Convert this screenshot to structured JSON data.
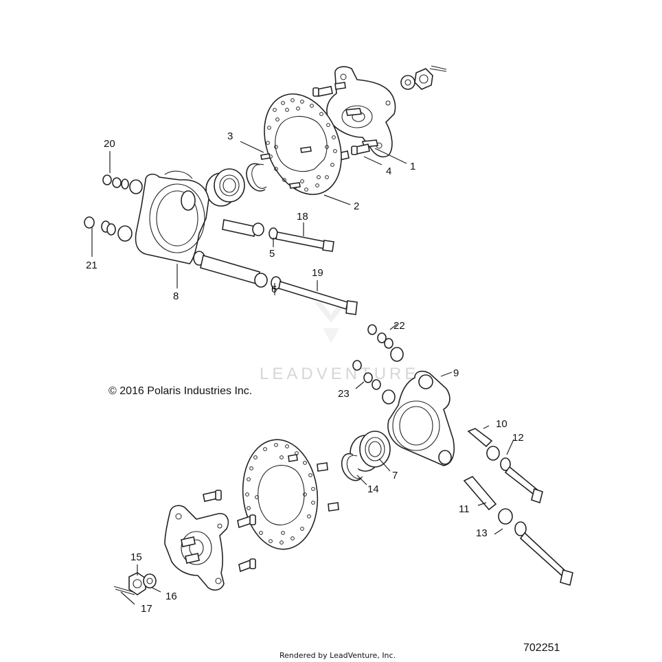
{
  "copyright": "© 2016 Polaris Industries Inc.",
  "watermark": "LEADVENTURE",
  "diagram_number": "702251",
  "footer": "Rendered by LeadVenture, Inc.",
  "callouts": {
    "c1": "1",
    "c2": "2",
    "c3": "3",
    "c4": "4",
    "c5": "5",
    "c6": "6",
    "c7": "7",
    "c8": "8",
    "c9": "9",
    "c10": "10",
    "c11": "11",
    "c12": "12",
    "c13": "13",
    "c14": "14",
    "c15": "15",
    "c16": "16",
    "c17": "17",
    "c18": "18",
    "c19": "19",
    "c20": "20",
    "c21": "21",
    "c22": "22",
    "c23": "23"
  }
}
